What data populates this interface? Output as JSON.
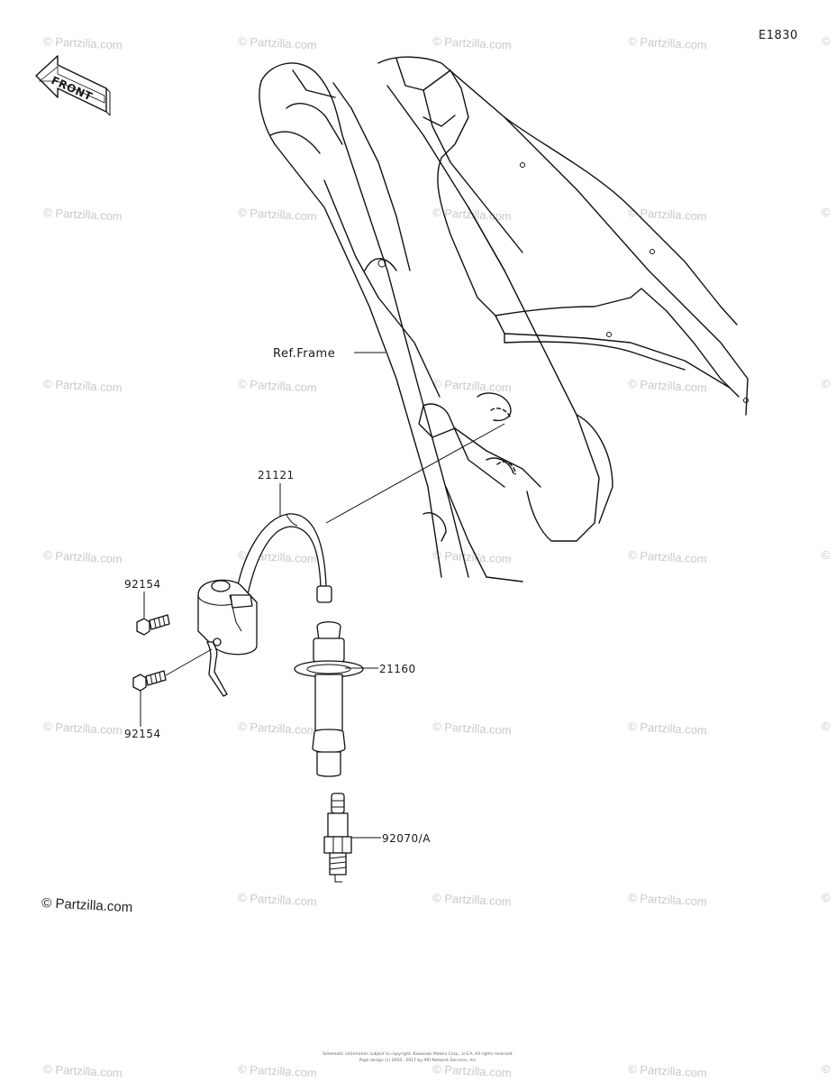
{
  "diagram_code": "E1830",
  "orientation_label": "FRONT",
  "reference_label": "Ref.Frame",
  "callouts": {
    "coil_lead": "21121",
    "bolt_top": "92154",
    "bolt_bottom": "92154",
    "plug_cap": "21160",
    "spark_plug": "92070/A"
  },
  "watermark": {
    "text": "Partzilla.com",
    "symbol": "©",
    "corner_text": "© Partzilla.com"
  },
  "footer": {
    "line1": "Schematic information subject to copyright. Kawasaki Motors Corp., U.S.A. All rights reserved.",
    "line2": "Page design (c) 2004 - 2017 by ARI Network Services, Inc."
  }
}
